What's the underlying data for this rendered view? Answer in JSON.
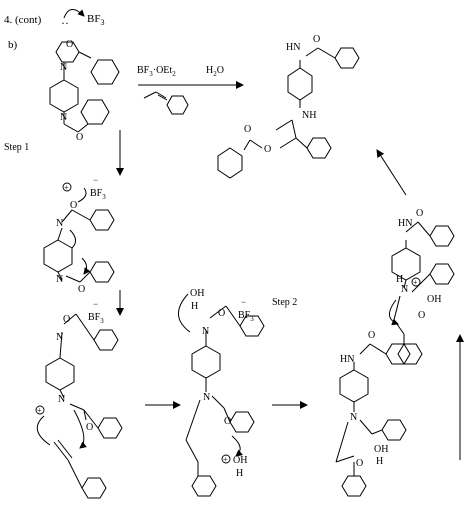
{
  "header": {
    "number": "4. (cont)",
    "part": "b)"
  },
  "steps": {
    "step1": "Step 1",
    "step2": "Step 2"
  },
  "reagents": {
    "lewis_acid": "BF",
    "lewis_acid_sub": "3",
    "etherate_a": "BF",
    "etherate_sub_a": "3",
    "etherate_dot": "·OEt",
    "etherate_sub_b": "2",
    "water": "H",
    "water_sub": "2",
    "water_o": "O"
  },
  "atoms": {
    "O": "O",
    "N": "N",
    "H": "H",
    "NH": "N",
    "OH": "OH",
    "BF": "BF",
    "three": "3"
  },
  "charges": {
    "plus": "+",
    "minus": "−"
  }
}
